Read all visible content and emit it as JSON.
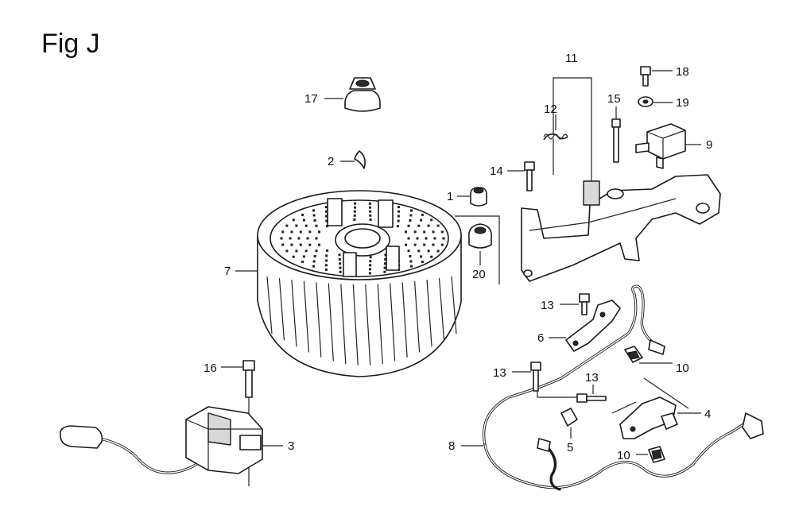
{
  "figure": {
    "title": "Fig J"
  },
  "callouts": {
    "c1": "1",
    "c2": "2",
    "c3": "3",
    "c4": "4",
    "c5": "5",
    "c6": "6",
    "c7": "7",
    "c8": "8",
    "c9": "9",
    "c10a": "10",
    "c10b": "10",
    "c11": "11",
    "c12": "12",
    "c13a": "13",
    "c13b": "13",
    "c13c": "13",
    "c14": "14",
    "c15": "15",
    "c16": "16",
    "c17": "17",
    "c18": "18",
    "c19": "19",
    "c20": "20"
  }
}
